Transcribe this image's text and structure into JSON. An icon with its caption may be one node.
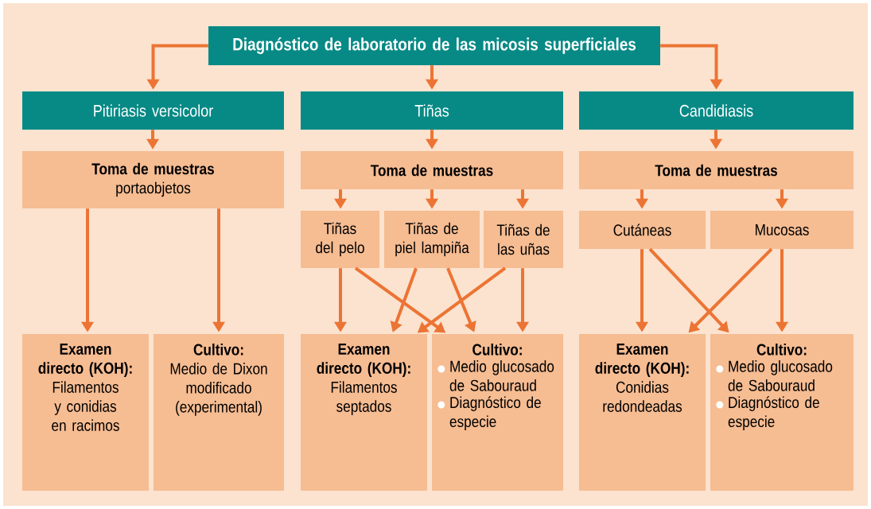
{
  "diagram": {
    "nodes": [
      {
        "text": [
          "Diagnóstico de laboratorio de las micosis superficiales"
        ]
      },
      {
        "text": [
          "Pitiriasis versicolor"
        ]
      },
      {
        "text": [
          "Tiñas"
        ]
      },
      {
        "text": [
          "Candidiasis"
        ]
      },
      {
        "text": [
          "Toma de muestras",
          "portaobjetos"
        ]
      },
      {
        "text": [
          "Toma de muestras"
        ]
      },
      {
        "text": [
          "Toma de muestras"
        ]
      },
      {
        "text": [
          "Tiñas del pelo"
        ]
      },
      {
        "text": [
          "Tiñas de piel lampiña"
        ]
      },
      {
        "text": [
          "Tiñas de las uñas"
        ]
      },
      {
        "text": [
          "Cutáneas"
        ]
      },
      {
        "text": [
          "Mucosas"
        ]
      },
      {
        "text": [
          "Examen directo (KOH):",
          "Filamentos y conidias en racimos"
        ]
      },
      {
        "text": [
          "Cultivo:",
          "Medio de Dixon modificado (experimental)"
        ]
      },
      {
        "text": [
          "Examen directo (KOH):",
          "Filamentos septados"
        ]
      },
      {
        "text": [
          "Cultivo:",
          "Medio glucosado de Sabouraud",
          "Diagnóstico de especie"
        ]
      },
      {
        "text": [
          "Examen directo (KOH):",
          "Conidias redondeadas"
        ]
      },
      {
        "text": [
          "Cultivo:",
          "Medio glucosado de Sabouraud",
          "Diagnóstico de especie"
        ]
      }
    ],
    "edges": [
      {
        "from": 0,
        "to": 1,
        "arrow": "to"
      },
      {
        "from": 0,
        "to": 2,
        "arrow": "to"
      },
      {
        "from": 0,
        "to": 3,
        "arrow": "to"
      },
      {
        "from": 1,
        "to": 4,
        "arrow": "to"
      },
      {
        "from": 2,
        "to": 5,
        "arrow": "to"
      },
      {
        "from": 3,
        "to": 6,
        "arrow": "to"
      },
      {
        "from": 4,
        "to": 12,
        "arrow": "to"
      },
      {
        "from": 4,
        "to": 13,
        "arrow": "to"
      },
      {
        "from": 5,
        "to": 7,
        "arrow": "to"
      },
      {
        "from": 5,
        "to": 8,
        "arrow": "to"
      },
      {
        "from": 5,
        "to": 9,
        "arrow": "to"
      },
      {
        "from": 6,
        "to": 10,
        "arrow": "to"
      },
      {
        "from": 6,
        "to": 11,
        "arrow": "to"
      },
      {
        "from": 7,
        "to": 14,
        "arrow": "to"
      },
      {
        "from": 7,
        "to": 15,
        "arrow": "to"
      },
      {
        "from": 8,
        "to": 14,
        "arrow": "to"
      },
      {
        "from": 8,
        "to": 15,
        "arrow": "to"
      },
      {
        "from": 9,
        "to": 14,
        "arrow": "to"
      },
      {
        "from": 9,
        "to": 15,
        "arrow": "to"
      },
      {
        "from": 10,
        "to": 16,
        "arrow": "to"
      },
      {
        "from": 10,
        "to": 17,
        "arrow": "to"
      },
      {
        "from": 11,
        "to": 16,
        "arrow": "to"
      },
      {
        "from": 11,
        "to": 17,
        "arrow": "to"
      }
    ]
  }
}
